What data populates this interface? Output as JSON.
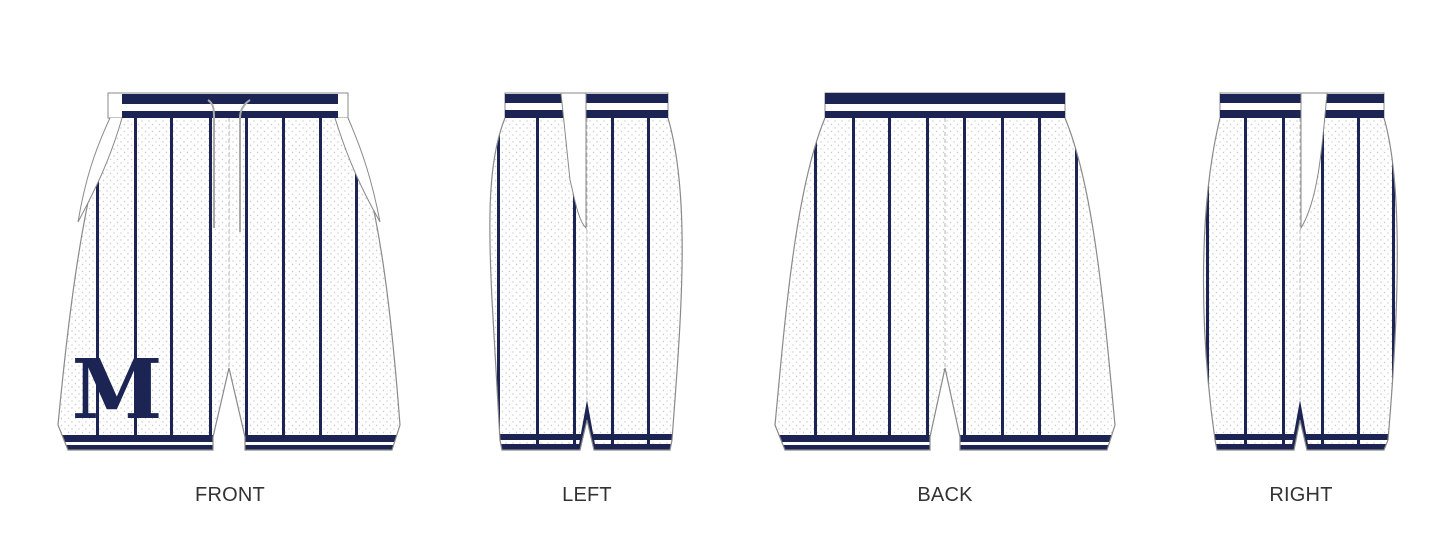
{
  "views": [
    {
      "id": "front",
      "label": "FRONT"
    },
    {
      "id": "left",
      "label": "LEFT"
    },
    {
      "id": "back",
      "label": "BACK"
    },
    {
      "id": "right",
      "label": "RIGHT"
    }
  ],
  "logo": {
    "letter": "M"
  },
  "colors": {
    "navy": "#1b2452",
    "mesh": "#ffffff",
    "outline": "#8a8a8a",
    "dots": "#c9c9c9"
  }
}
